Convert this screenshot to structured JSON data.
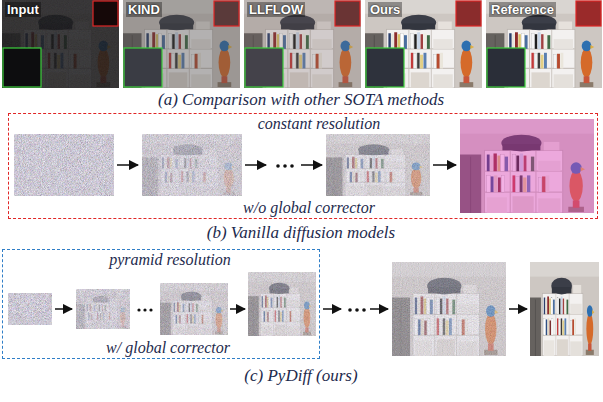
{
  "diagram": {
    "nodes": [
      {
        "text": [
          "constant resolution",
          "w/o global corrector"
        ]
      },
      {
        "text": [
          "pyramid resolution",
          "w/ global corrector"
        ]
      }
    ],
    "labels": [
      "Input",
      "KIND",
      "LLFLOW",
      "Ours",
      "Reference",
      "(a) Comparison with other SOTA methods",
      "(b) Vanilla diffusion models",
      "(c) PyDiff (ours)"
    ]
  }
}
